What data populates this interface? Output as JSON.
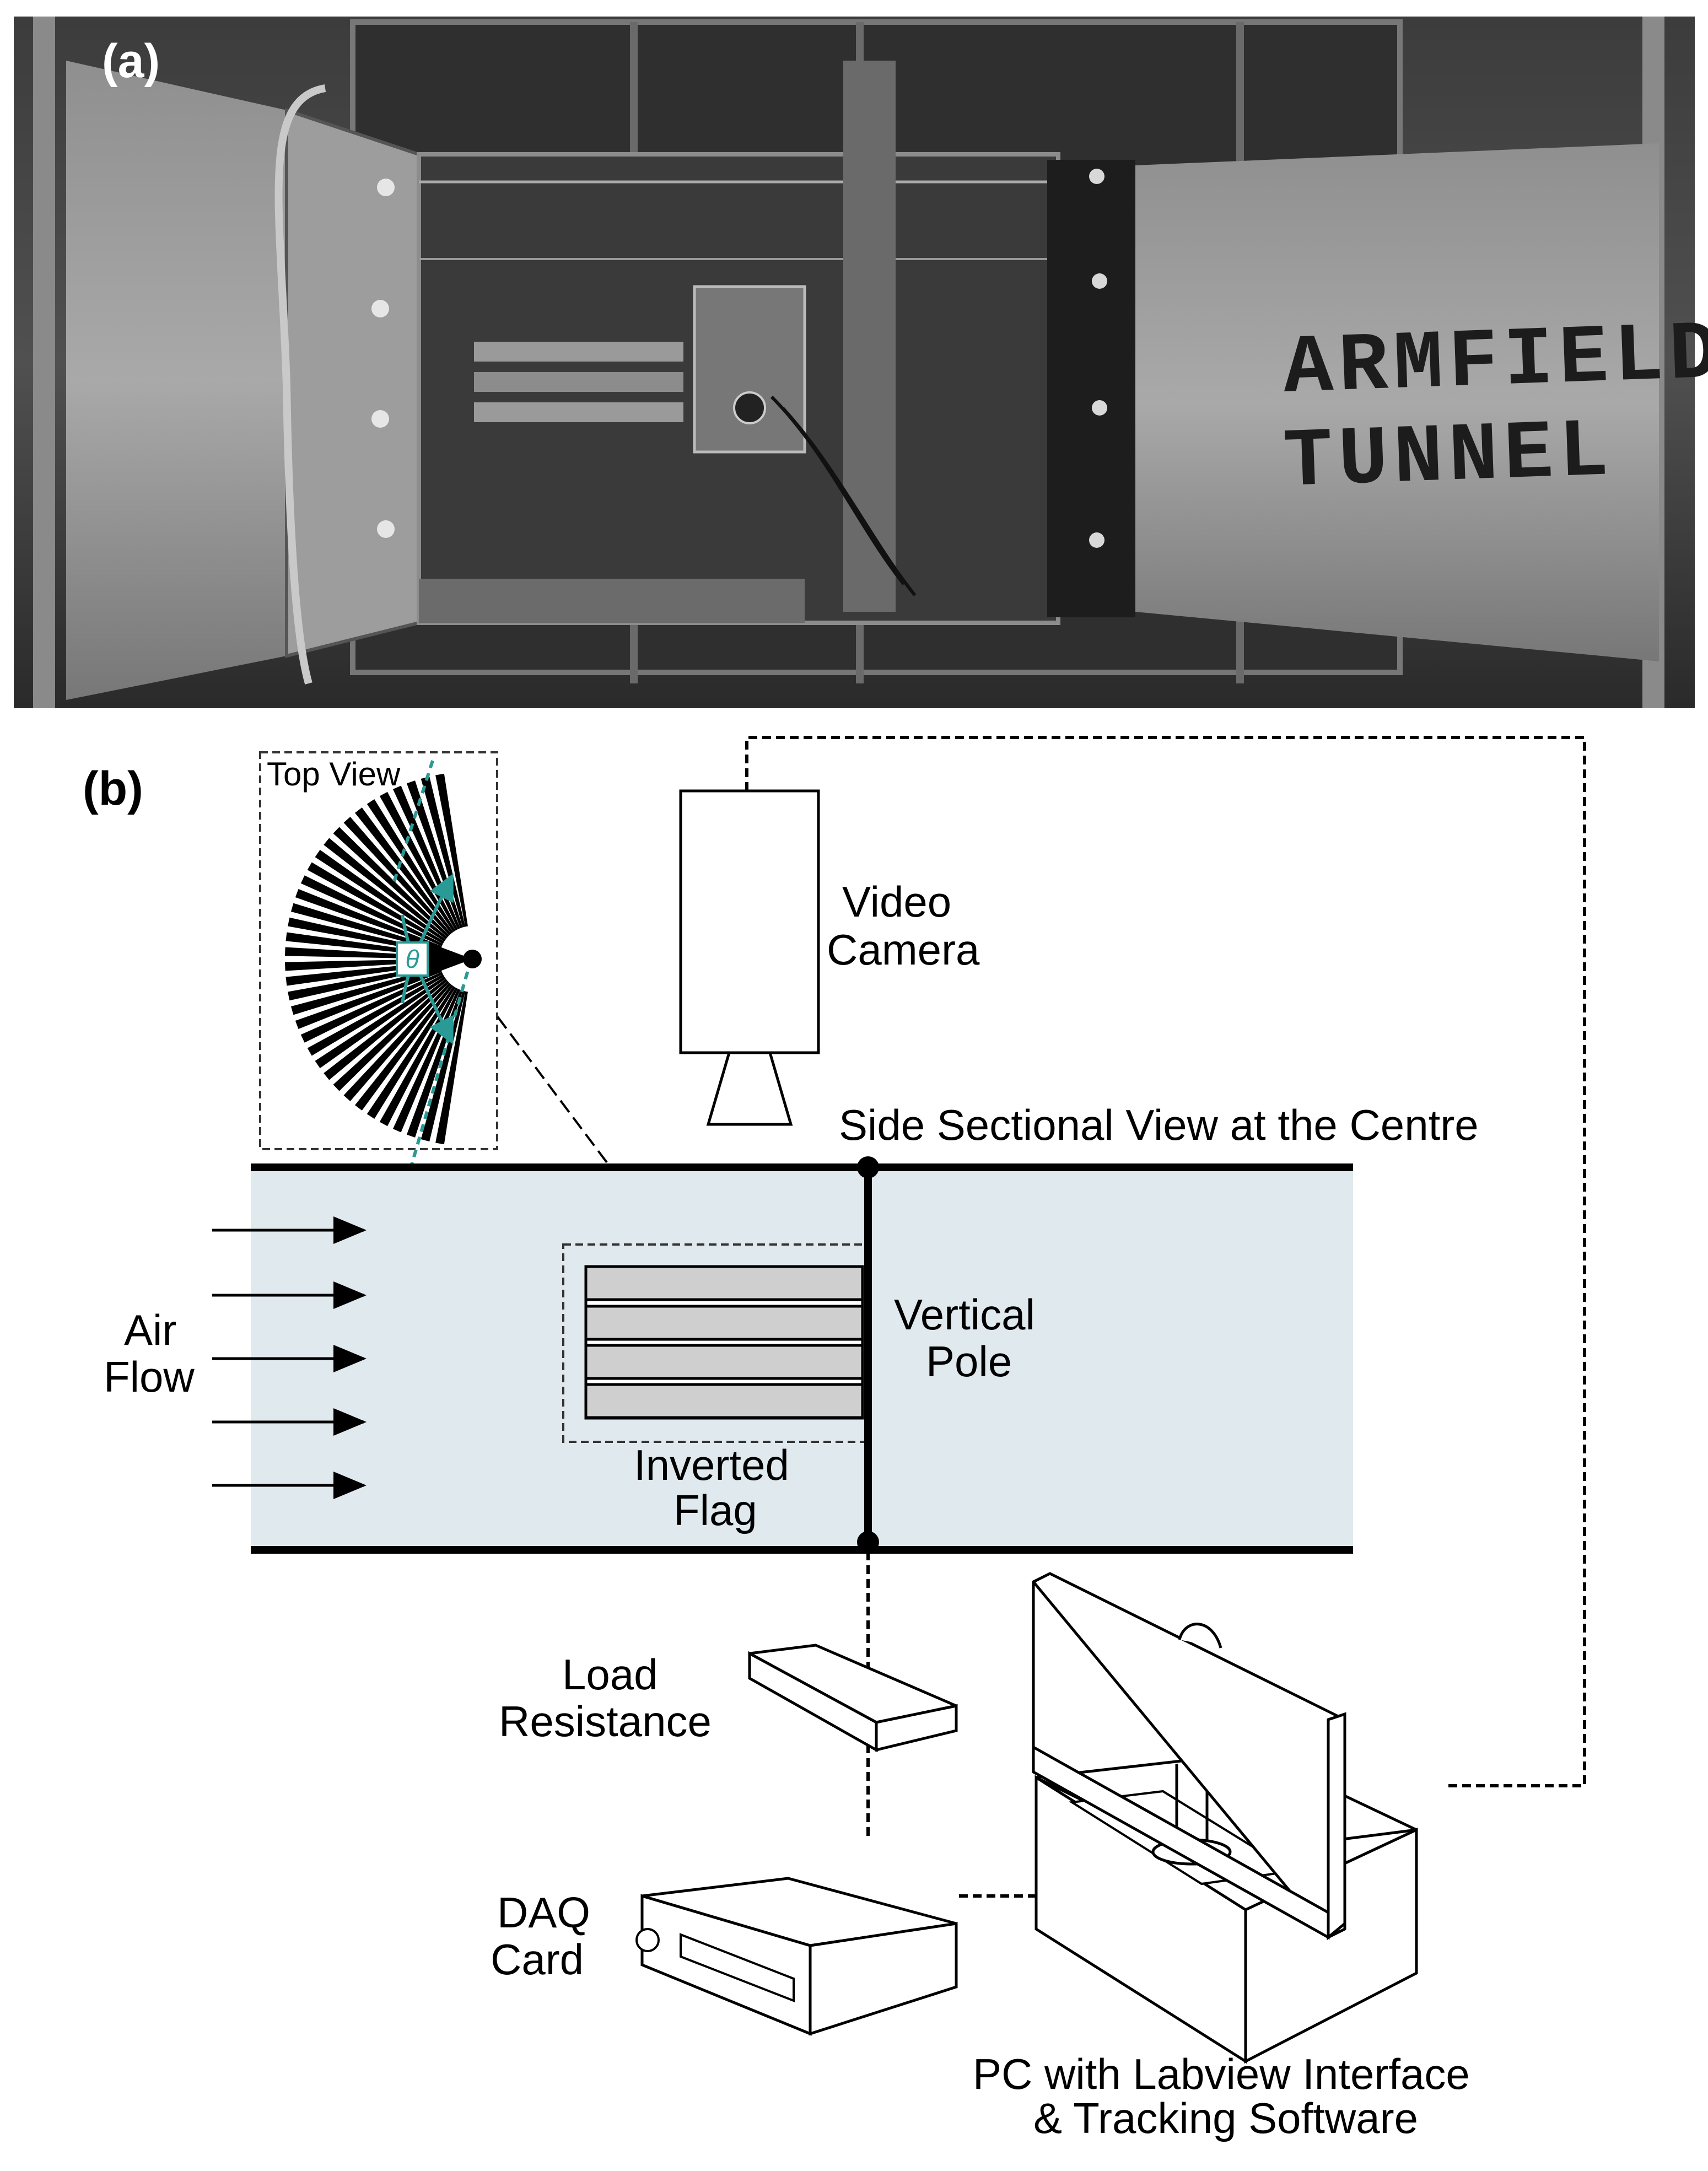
{
  "panel_a": {
    "label": "(a)",
    "stencil_line1": "ARMFIELD",
    "stencil_line2": "TUNNEL"
  },
  "panel_b": {
    "label": "(b)",
    "top_view_label": "Top View",
    "theta_symbol": "θ",
    "camera_label_line1": "Video",
    "camera_label_line2": "Camera",
    "section_label": "Side Sectional View at the Centre",
    "airflow_line1": "Air",
    "airflow_line2": "Flow",
    "pole_label_line1": "Vertical",
    "pole_label_line2": "Pole",
    "flag_label_line1": "Inverted",
    "flag_label_line2": "Flag",
    "load_label_line1": "Load",
    "load_label_line2": "Resistance",
    "daq_label_line1": "DAQ",
    "daq_label_line2": "Card",
    "pc_label_line1": "PC with Labview Interface",
    "pc_label_line2": "& Tracking Software"
  },
  "colors": {
    "tunnel_fill": "#dfe9ee",
    "flag_fill": "#cfcfcf",
    "teal_accent": "#2a9a96"
  }
}
